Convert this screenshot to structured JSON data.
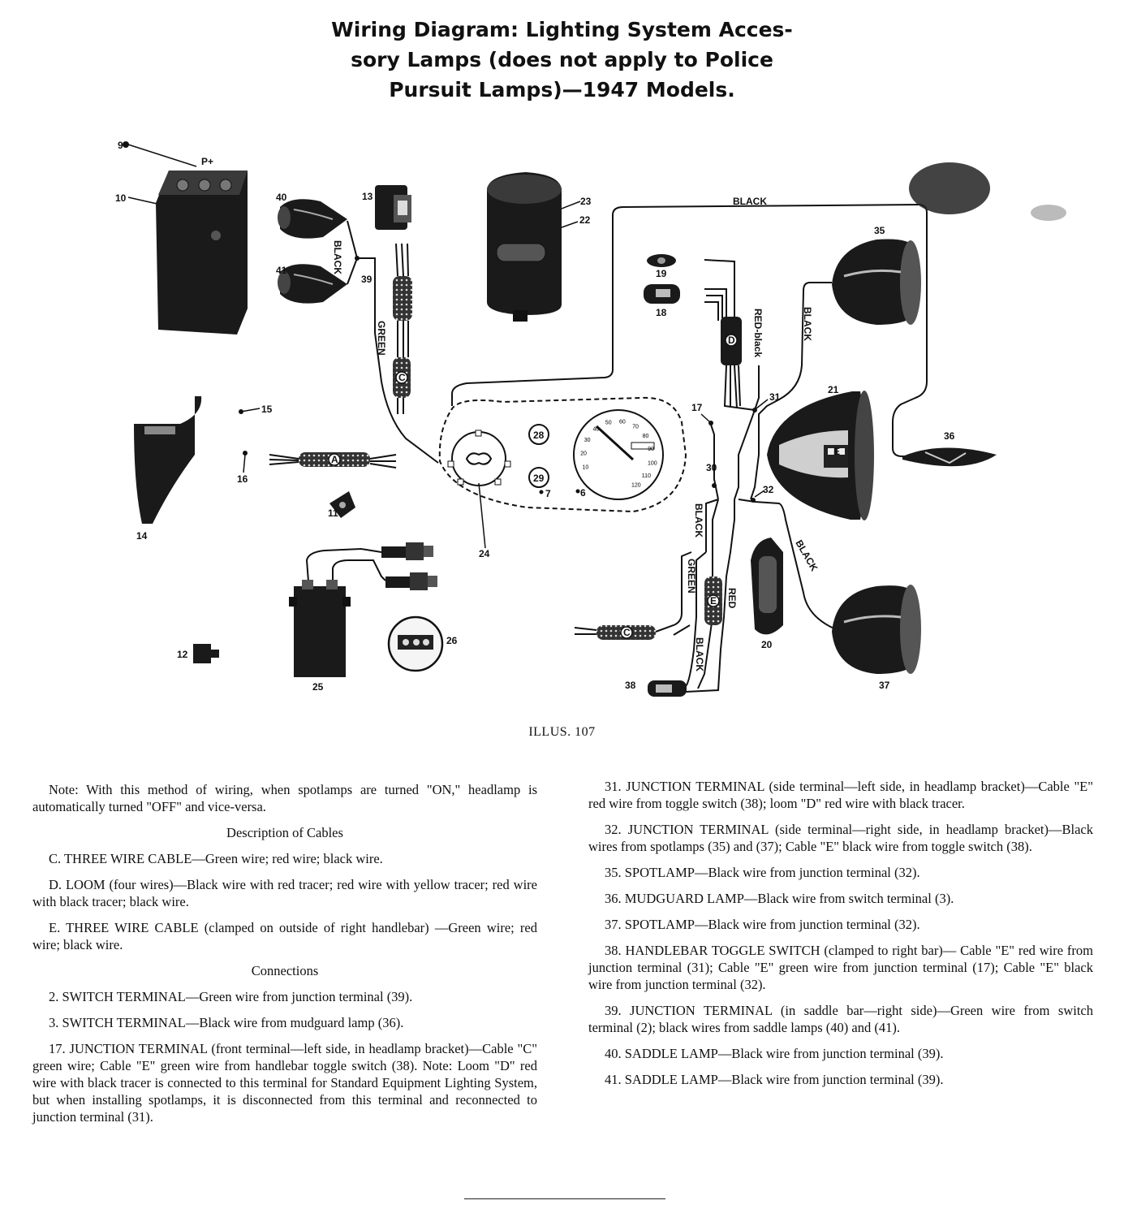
{
  "title": {
    "line1": "Wiring Diagram: Lighting System Acces-",
    "line2": "sory Lamps (does not apply to Police",
    "line3": "Pursuit Lamps)—1947 Models."
  },
  "diagram": {
    "part_labels": {
      "p9": "9",
      "pplus": "P+",
      "p10": "10",
      "p40": "40",
      "p41": "41",
      "p13": "13",
      "p39": "39",
      "p23": "23",
      "p22": "22",
      "p19": "19",
      "p18": "18",
      "p35": "35",
      "p21": "21",
      "p36": "36",
      "p31": "31",
      "p17": "17",
      "p30": "30",
      "p32": "32",
      "p14": "14",
      "p15": "15",
      "p16": "16",
      "p11": "11",
      "p24": "24",
      "p28": "28",
      "p29": "29",
      "p7": "7",
      "p6": "6",
      "p20": "20",
      "p37": "37",
      "p38": "38",
      "p25": "25",
      "p26": "26",
      "p12": "12"
    },
    "wire_labels": {
      "black_top": "BLACK",
      "black_saddle": "BLACK",
      "green": "GREEN",
      "black_35": "BLACK",
      "red_black": "RED-black",
      "black_center": "BLACK",
      "green_center": "GREEN",
      "red_center": "RED",
      "black_37": "BLACK",
      "black_38": "BLACK"
    },
    "cable_labels": {
      "A": "A",
      "C": "C",
      "D": "D",
      "E": "E",
      "E2": "E"
    },
    "speedo_ticks": [
      "10",
      "20",
      "30",
      "40",
      "50",
      "60",
      "70",
      "80",
      "90",
      "100",
      "110",
      "120"
    ]
  },
  "caption": "ILLUS. 107",
  "left_column": {
    "note": "Note: With this method of wiring, when spotlamps are turned \"ON,\" headlamp is automatically turned \"OFF\" and vice-versa.",
    "cables_heading": "Description of Cables",
    "cables": [
      {
        "name": "C. THREE WIRE CABLE",
        "desc": "—Green wire; red wire; black wire."
      },
      {
        "name": "D. LOOM",
        "desc": " (four wires)—Black wire with red tracer; red wire with yellow tracer; red wire with black tracer; black wire."
      },
      {
        "name": "E. THREE WIRE CABLE",
        "desc": " (clamped on outside of right handlebar) —Green wire; red wire; black wire."
      }
    ],
    "connections_heading": "Connections",
    "connections": [
      {
        "name": "2. SWITCH TERMINAL",
        "desc": "—Green wire from junction terminal (39)."
      },
      {
        "name": "3. SWITCH TERMINAL",
        "desc": "—Black wire from mudguard lamp (36)."
      },
      {
        "name": "17. JUNCTION TERMINAL",
        "desc": " (front terminal—left side, in headlamp bracket)—Cable \"C\" green wire; Cable \"E\" green wire from handlebar toggle switch (38). Note: Loom \"D\" red wire with black tracer is connected to this terminal for Standard Equipment Lighting System, but when installing spotlamps, it is disconnected from this terminal and reconnected to junction terminal (31)."
      }
    ]
  },
  "right_column": {
    "connections": [
      {
        "name": "31. JUNCTION TERMINAL",
        "desc": " (side terminal—left side, in headlamp bracket)—Cable \"E\" red wire from toggle switch (38); loom \"D\" red wire with black tracer."
      },
      {
        "name": "32. JUNCTION TERMINAL",
        "desc": " (side terminal—right side, in headlamp bracket)—Black wires from spotlamps (35) and (37); Cable \"E\" black wire from toggle switch (38)."
      },
      {
        "name": "35. SPOTLAMP",
        "desc": "—Black wire from junction terminal (32)."
      },
      {
        "name": "36. MUDGUARD LAMP",
        "desc": "—Black wire from switch terminal (3)."
      },
      {
        "name": "37. SPOTLAMP",
        "desc": "—Black wire from junction terminal (32)."
      },
      {
        "name": "38. HANDLEBAR TOGGLE SWITCH",
        "desc": " (clamped to right bar)— Cable \"E\" red wire from junction terminal (31); Cable \"E\" green wire from junction terminal (17); Cable \"E\" black wire from junction terminal (32)."
      },
      {
        "name": "39. JUNCTION TERMINAL",
        "desc": " (in saddle bar—right side)—Green wire from switch terminal (2); black wires from saddle lamps (40) and (41)."
      },
      {
        "name": "40. SADDLE LAMP",
        "desc": "—Black wire from junction terminal (39)."
      },
      {
        "name": "41. SADDLE LAMP",
        "desc": "—Black wire from junction terminal (39)."
      }
    ]
  }
}
